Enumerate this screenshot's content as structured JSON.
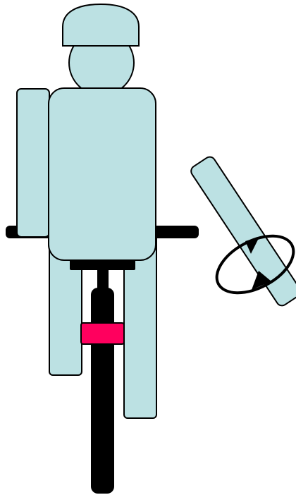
{
  "scene": {
    "subject": "cyclist-hand-signal",
    "view": "rear",
    "signal_arm": "right",
    "gesture": "circular-rotation"
  },
  "colors": {
    "body_fill": "#BCE1E3",
    "outline": "#000000",
    "bicycle": "#000000",
    "reflector": "#FF005E",
    "background": "#FFFFFF"
  },
  "icons": {
    "rotation": "circular-arrows-icon"
  }
}
